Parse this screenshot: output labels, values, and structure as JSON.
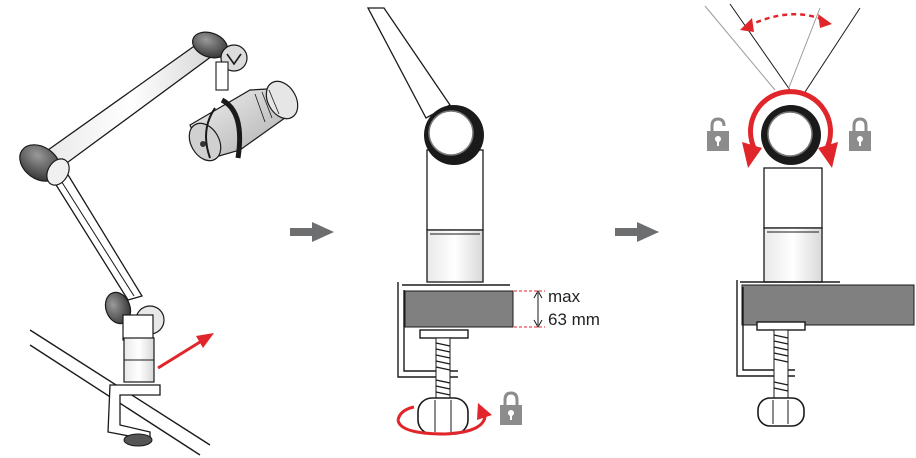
{
  "steps": [
    {
      "id": "attach",
      "icon": "mount-arrow-icon"
    },
    {
      "id": "tighten",
      "icon": "lock-icon"
    },
    {
      "id": "adjust",
      "icon": "rotate-icon"
    }
  ],
  "clamp_spec": {
    "line1": "max",
    "line2": "63 mm"
  },
  "colors": {
    "accent": "#e0262b",
    "arrow": "#6d6e70",
    "lock": "#8c8c8c",
    "desk": "#808080",
    "line": "#1a1a1a"
  }
}
